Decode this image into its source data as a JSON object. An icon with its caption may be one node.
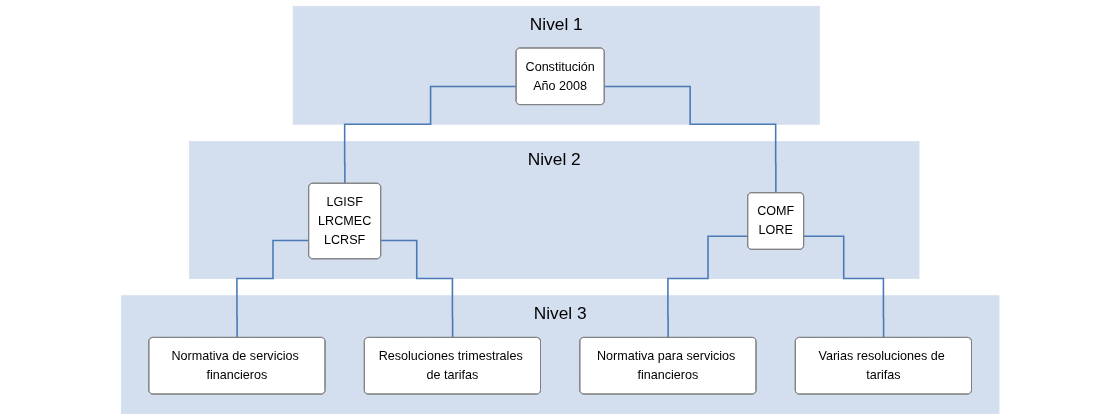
{
  "diagram": {
    "nodes": [
      {
        "text": [
          "Nivel 1"
        ]
      },
      {
        "text": [
          "Constitución",
          "Año 2008"
        ],
        "in": 0
      },
      {
        "text": [
          "Nivel 2"
        ]
      },
      {
        "text": [
          "LGISF",
          "LRCMEC",
          "LCRSF"
        ],
        "in": 2
      },
      {
        "text": [
          "COMF",
          "LORE"
        ],
        "in": 2
      },
      {
        "text": [
          "Nivel 3"
        ]
      },
      {
        "text": [
          "Normativa de servicios financieros"
        ],
        "in": 5
      },
      {
        "text": [
          "Resoluciones trimestrales de tarifas"
        ],
        "in": 5
      },
      {
        "text": [
          "Normativa para servicios financieros"
        ],
        "in": 5
      },
      {
        "text": [
          "Varias resoluciones de tarifas"
        ],
        "in": 5
      }
    ],
    "edges": [
      {
        "from": 1,
        "to": 3,
        "arrow": "none"
      },
      {
        "from": 1,
        "to": 4,
        "arrow": "none"
      },
      {
        "from": 3,
        "to": 6,
        "arrow": "none"
      },
      {
        "from": 3,
        "to": 7,
        "arrow": "none"
      },
      {
        "from": 4,
        "to": 8,
        "arrow": "none"
      },
      {
        "from": 4,
        "to": 9,
        "arrow": "none"
      }
    ]
  }
}
